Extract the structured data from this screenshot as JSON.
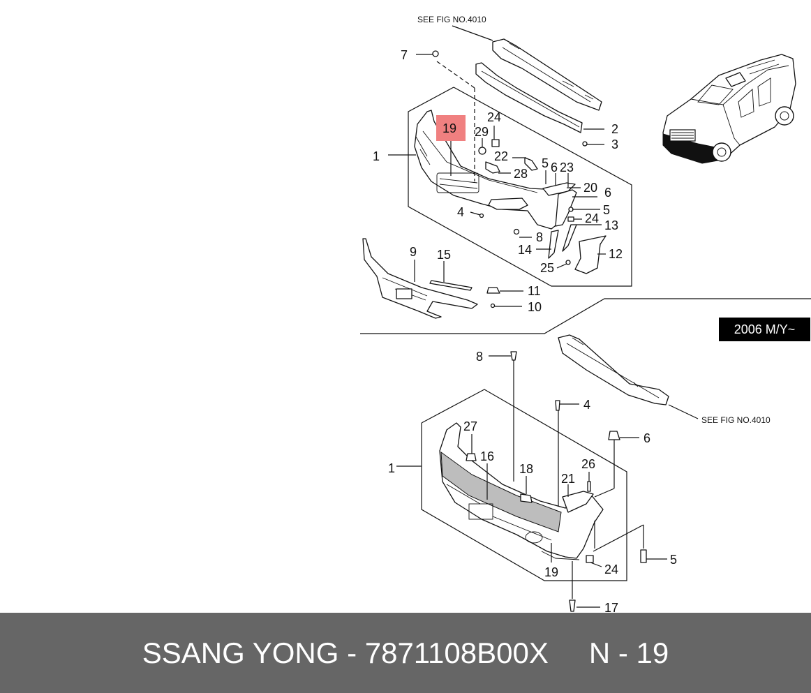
{
  "diagram": {
    "see_fig_top": "SEE FIG NO.4010",
    "see_fig_bottom": "SEE FIG NO.4010",
    "model_year_badge": "2006 M/Y~",
    "highlight_color": "#f08080",
    "upper_callouts": {
      "c7": "7",
      "c2": "2",
      "c3": "3",
      "c19": "19",
      "c24a": "24",
      "c29": "29",
      "c22": "22",
      "c1": "1",
      "c28": "28",
      "c5a": "5",
      "c6a": "6",
      "c23": "23",
      "c20": "20",
      "c6b": "6",
      "c5b": "5",
      "c4": "4",
      "c24b": "24",
      "c13": "13",
      "c8": "8",
      "c14": "14",
      "c12": "12",
      "c25": "25",
      "c9": "9",
      "c15": "15",
      "c11": "11",
      "c10": "10"
    },
    "lower_callouts": {
      "c8": "8",
      "c4": "4",
      "c27": "27",
      "c6": "6",
      "c1": "1",
      "c16": "16",
      "c18": "18",
      "c26": "26",
      "c21": "21",
      "c5": "5",
      "c19": "19",
      "c24": "24",
      "c17": "17"
    }
  },
  "footer": {
    "brand_part": "SSANG YONG - 7871108B00X",
    "page_ref": "N - 19"
  }
}
